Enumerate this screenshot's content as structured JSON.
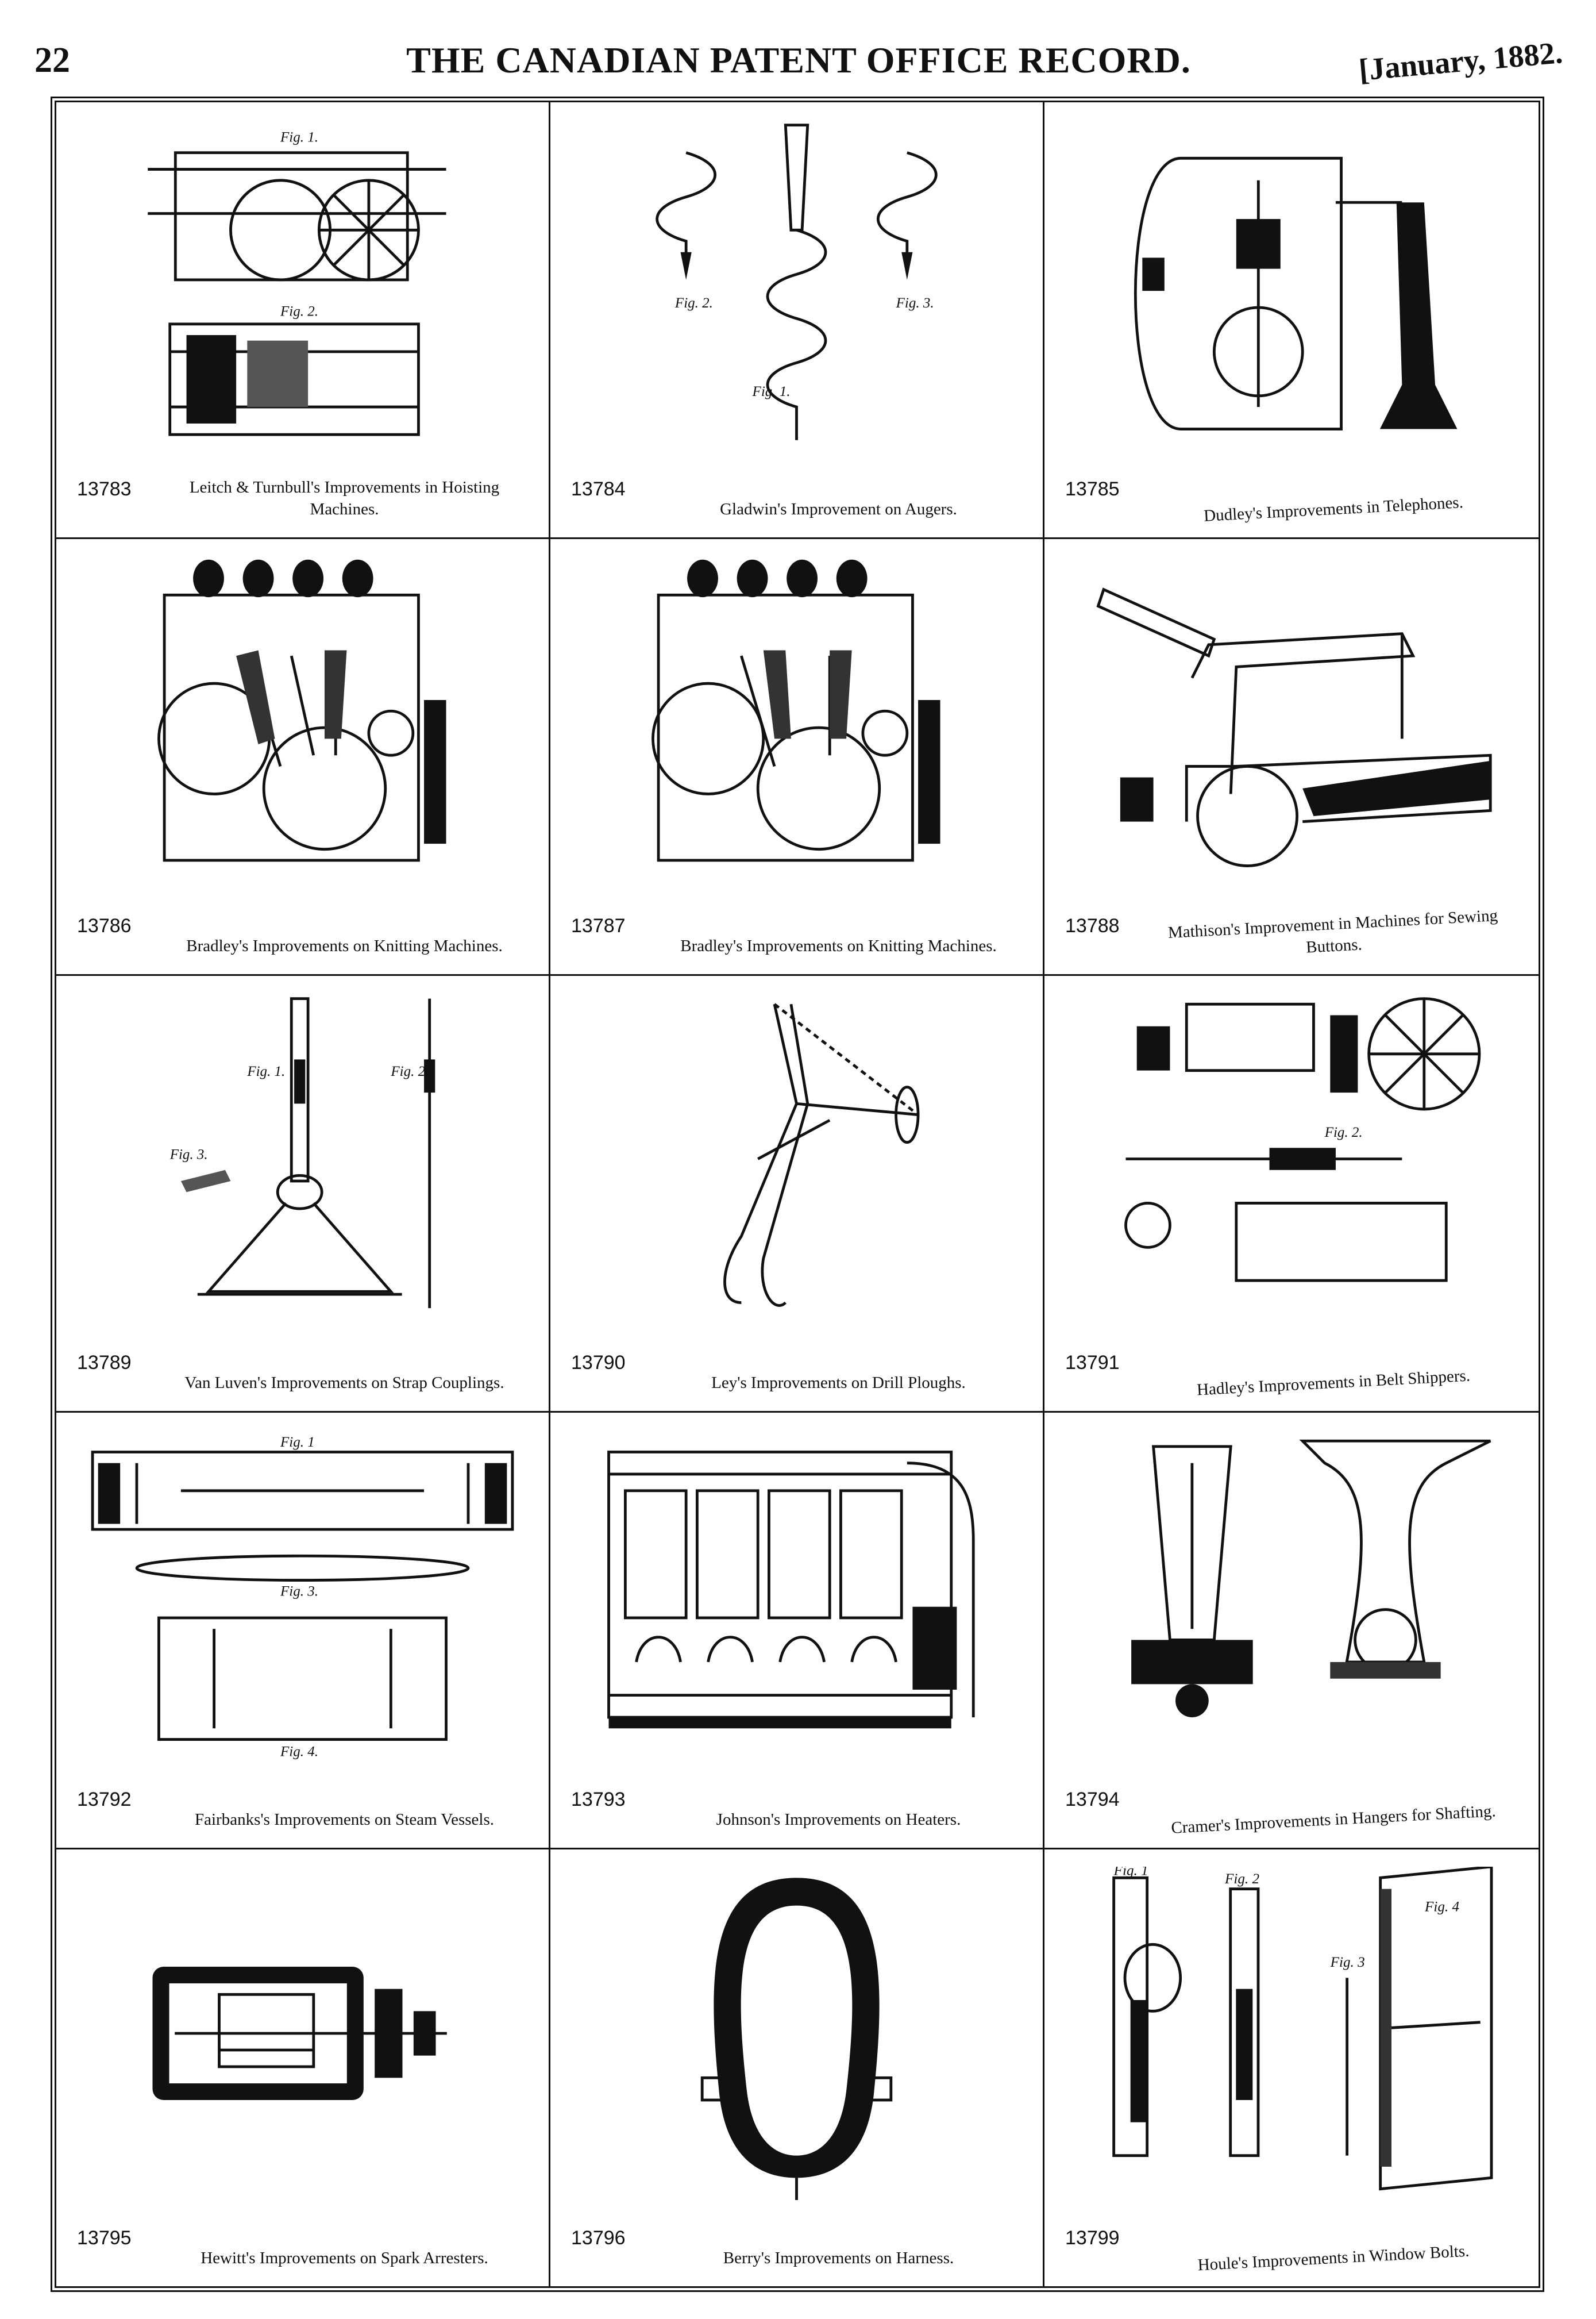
{
  "header": {
    "page_number": "22",
    "title": "THE CANADIAN PATENT OFFICE RECORD.",
    "date": "[January, 1882."
  },
  "patents": [
    {
      "number": "13783",
      "caption": "Leitch & Turnbull's Improvements in Hoisting Machines.",
      "icon": "hoisting-machine-icon"
    },
    {
      "number": "13784",
      "caption": "Gladwin's Improvement on Augers.",
      "icon": "auger-icon"
    },
    {
      "number": "13785",
      "caption": "Dudley's Improvements in Telephones.",
      "icon": "telephone-icon"
    },
    {
      "number": "13786",
      "caption": "Bradley's Improvements on Knitting Machines.",
      "icon": "knitting-machine-icon"
    },
    {
      "number": "13787",
      "caption": "Bradley's Improvements on Knitting Machines.",
      "icon": "knitting-machine-icon"
    },
    {
      "number": "13788",
      "caption": "Mathison's Improvement in Machines for Sewing Buttons.",
      "icon": "sewing-machine-icon"
    },
    {
      "number": "13789",
      "caption": "Van Luven's Improvements on Strap Couplings.",
      "icon": "strap-coupling-icon"
    },
    {
      "number": "13790",
      "caption": "Ley's Improvements on Drill Ploughs.",
      "icon": "drill-plough-icon"
    },
    {
      "number": "13791",
      "caption": "Hadley's Improvements in Belt Shippers.",
      "icon": "belt-shipper-icon"
    },
    {
      "number": "13792",
      "caption": "Fairbanks's Improvements on Steam Vessels.",
      "icon": "steam-vessel-icon"
    },
    {
      "number": "13793",
      "caption": "Johnson's Improvements on Heaters.",
      "icon": "heater-icon"
    },
    {
      "number": "13794",
      "caption": "Cramer's Improvements in Hangers for Shafting.",
      "icon": "shaft-hanger-icon"
    },
    {
      "number": "13795",
      "caption": "Hewitt's Improvements on Spark Arresters.",
      "icon": "spark-arrester-icon"
    },
    {
      "number": "13796",
      "caption": "Berry's Improvements on Harness.",
      "icon": "harness-collar-icon"
    },
    {
      "number": "13799",
      "caption": "Houle's Improvements in Window Bolts.",
      "icon": "window-bolt-icon"
    }
  ]
}
